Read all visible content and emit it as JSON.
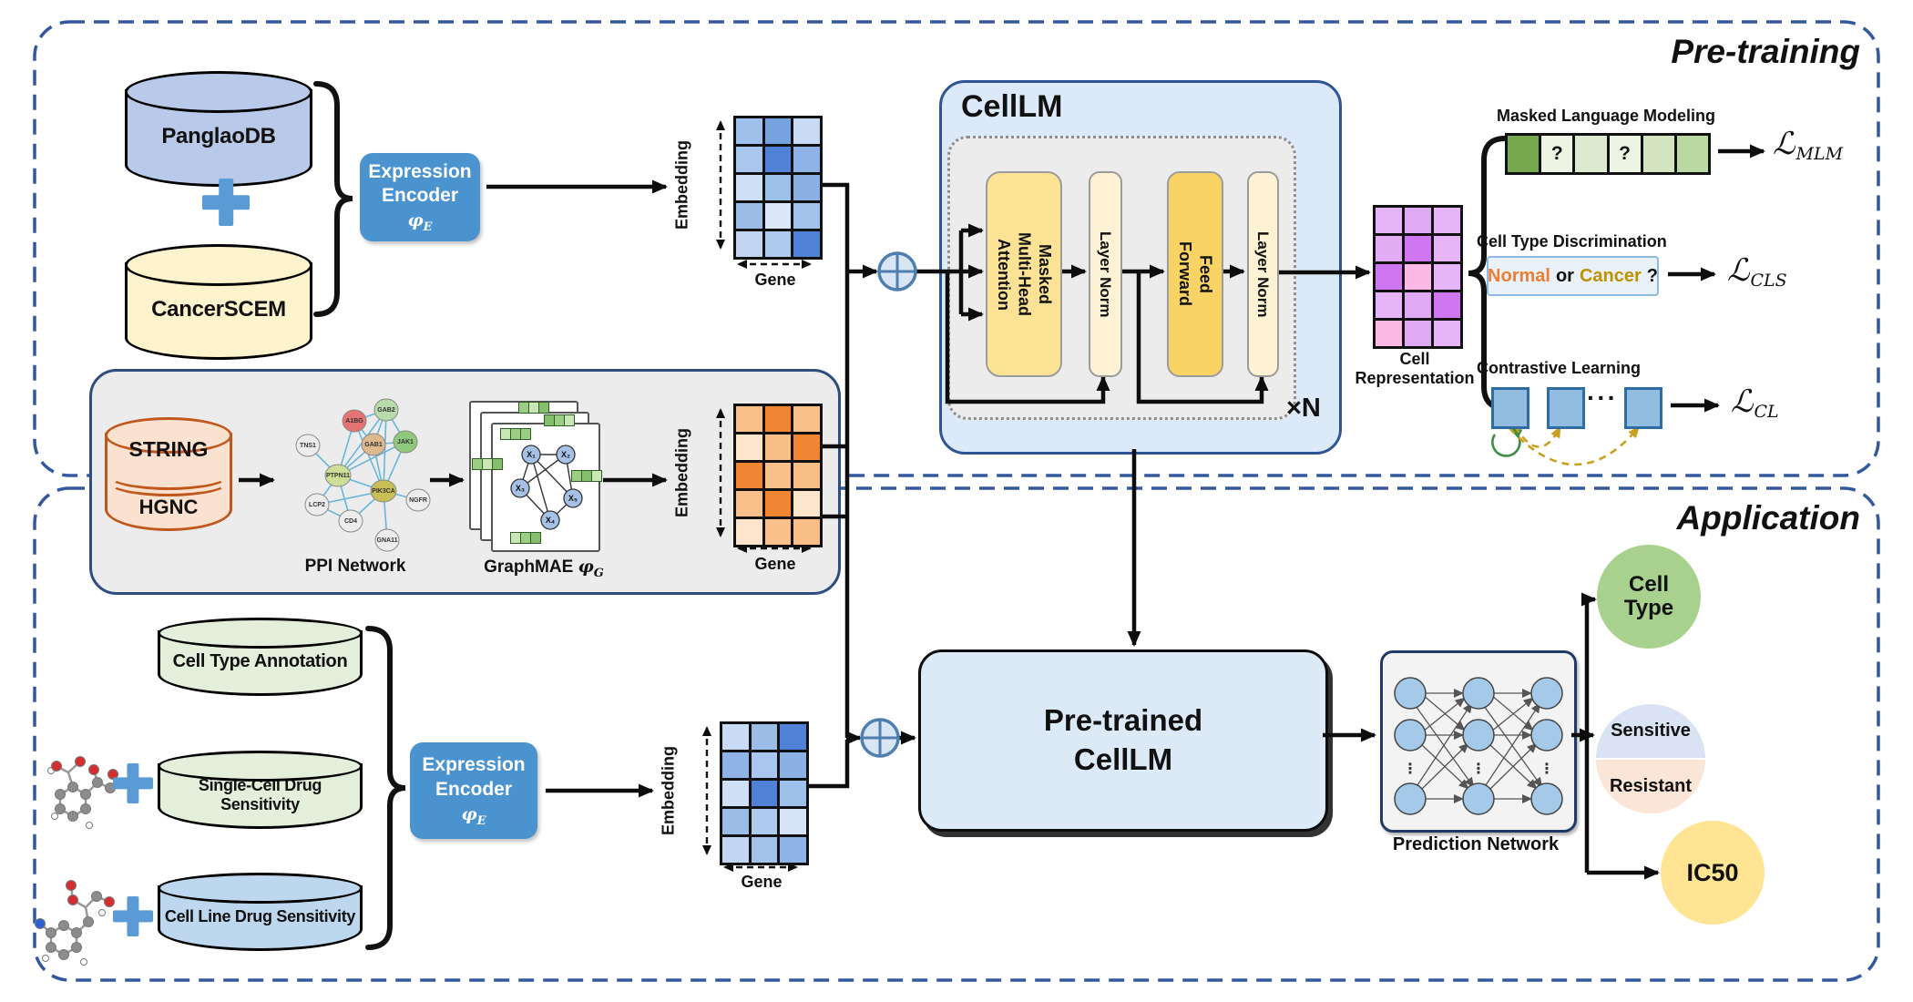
{
  "titles": {
    "pretraining": "Pre-training",
    "application": "Application"
  },
  "pretrain_inputs": {
    "db1": "PanglaoDB",
    "db2": "CancerSCEM"
  },
  "encoder": {
    "line1": "Expression",
    "line2": "Encoder",
    "symbol": "φ",
    "symbol_sub": "E"
  },
  "axis": {
    "embedding": "Embedding",
    "gene": "Gene"
  },
  "celllm": {
    "title": "CellLM",
    "attention": "Masked\nMulti-Head\nAttention",
    "layer_norm1": "Layer Norm",
    "feed_forward": "Feed\nForward",
    "layer_norm2": "Layer Norm",
    "repeat": "×N"
  },
  "representation": {
    "label": "Cell\nRepresentation"
  },
  "tasks": {
    "mlm": {
      "title": "Masked Language Modeling",
      "loss": "ℒ",
      "loss_sub": "MLM"
    },
    "cls": {
      "title": "Cell Type Discrimination",
      "normal": "Normal",
      "or": "or",
      "cancer": "Cancer",
      "question": "?",
      "loss": "ℒ",
      "loss_sub": "CLS"
    },
    "cl": {
      "title": "Contrastive Learning",
      "dots": "···",
      "loss": "ℒ",
      "loss_sub": "CL"
    }
  },
  "ppi_box": {
    "db_top": "STRING",
    "db_bottom": "HGNC",
    "network_label": "PPI Network",
    "graphmae_label": "GraphMAE",
    "graphmae_symbol": "φ",
    "graphmae_sub": "G",
    "nodes": [
      {
        "label": "TNS1"
      },
      {
        "label": "A1BG"
      },
      {
        "label": "GAB2"
      },
      {
        "label": "GAB1"
      },
      {
        "label": "JAK1"
      },
      {
        "label": "PTPN11"
      },
      {
        "label": "PIK3CA"
      },
      {
        "label": "LCP2"
      },
      {
        "label": "CD4"
      },
      {
        "label": "NGFR"
      },
      {
        "label": "GNA11"
      }
    ],
    "graph_nodes": [
      "X₁",
      "X₂",
      "X₃",
      "X₄",
      "X₅"
    ]
  },
  "app_inputs": {
    "db1": "Cell Type Annotation",
    "db2": "Single-Cell Drug Sensitivity",
    "db3": "Cell Line Drug Sensitivity"
  },
  "pretrained": {
    "label": "Pre-trained\nCellLM"
  },
  "prediction": {
    "label": "Prediction Network"
  },
  "outputs": {
    "cell_type": "Cell\nType",
    "sensitive": "Sensitive",
    "resistant": "Resistant",
    "ic50": "IC50"
  },
  "matrices": {
    "expression_pretrain": [
      "#9fc0ea",
      "#76a3e0",
      "#c9dbf4",
      "#a9c6ee",
      "#4f82d6",
      "#8fb3e6",
      "#cfdff5",
      "#9cc0ea",
      "#8ab0e4",
      "#9cbce8",
      "#dbe7f7",
      "#a2c2ea",
      "#c2d6f2",
      "#aecbee",
      "#4f82d6"
    ],
    "gene_embedding": [
      "#f9c08c",
      "#f08632",
      "#f9c08c",
      "#fde4cc",
      "#f9bd86",
      "#f08632",
      "#f08632",
      "#f9c08c",
      "#f9bd86",
      "#f9c08c",
      "#f08632",
      "#fde4cc",
      "#fde4cc",
      "#f9c08c",
      "#f9bd86"
    ],
    "expression_app": [
      "#c9dbf4",
      "#9cbce8",
      "#4f82d6",
      "#8fb3e6",
      "#a9c6ee",
      "#8ab0e4",
      "#cfdff5",
      "#4f82d6",
      "#9cc0ea",
      "#9cbce8",
      "#aecbee",
      "#d6e3f6",
      "#c2d6f2",
      "#a2c2ea",
      "#8fb3e6"
    ],
    "cell_representation": [
      "#e6b5f7",
      "#e0a9f4",
      "#e6b5f7",
      "#e2adf5",
      "#d176f2",
      "#e6b5f7",
      "#d176f2",
      "#fdb9e6",
      "#e6b5f7",
      "#e6b5f7",
      "#e0a9f4",
      "#d176f2",
      "#fdb9e6",
      "#e0a9f4",
      "#e6b5f7"
    ],
    "mlm_cells": [
      {
        "color": "#76a84e",
        "label": ""
      },
      {
        "color": "#eef4e3",
        "label": "?"
      },
      {
        "color": "#dcead0",
        "label": ""
      },
      {
        "color": "#eef4e3",
        "label": "?"
      },
      {
        "color": "#d2e4c0",
        "label": ""
      },
      {
        "color": "#b9d8a2",
        "label": ""
      }
    ]
  },
  "colors": {
    "accent_blue": "#5b9bd5",
    "region_border": "#33589e",
    "normal_text": "#ed7d31",
    "cancer_text": "#bf9000",
    "contrast_green": "#3e8e41",
    "contrast_gold": "#c9a11e"
  }
}
